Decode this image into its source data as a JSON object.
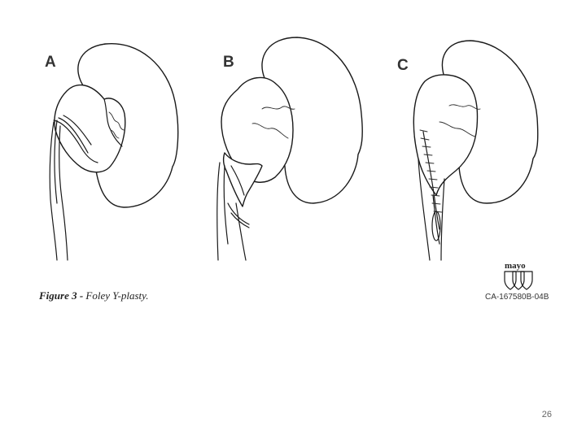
{
  "panels": [
    {
      "letter": "A"
    },
    {
      "letter": "B"
    },
    {
      "letter": "C"
    }
  ],
  "caption": {
    "prefix": "Figure 3 - ",
    "title": "Foley Y-plasty."
  },
  "logo": {
    "text": "mayo",
    "code": "CA-167580B-04B"
  },
  "page_number": "26"
}
